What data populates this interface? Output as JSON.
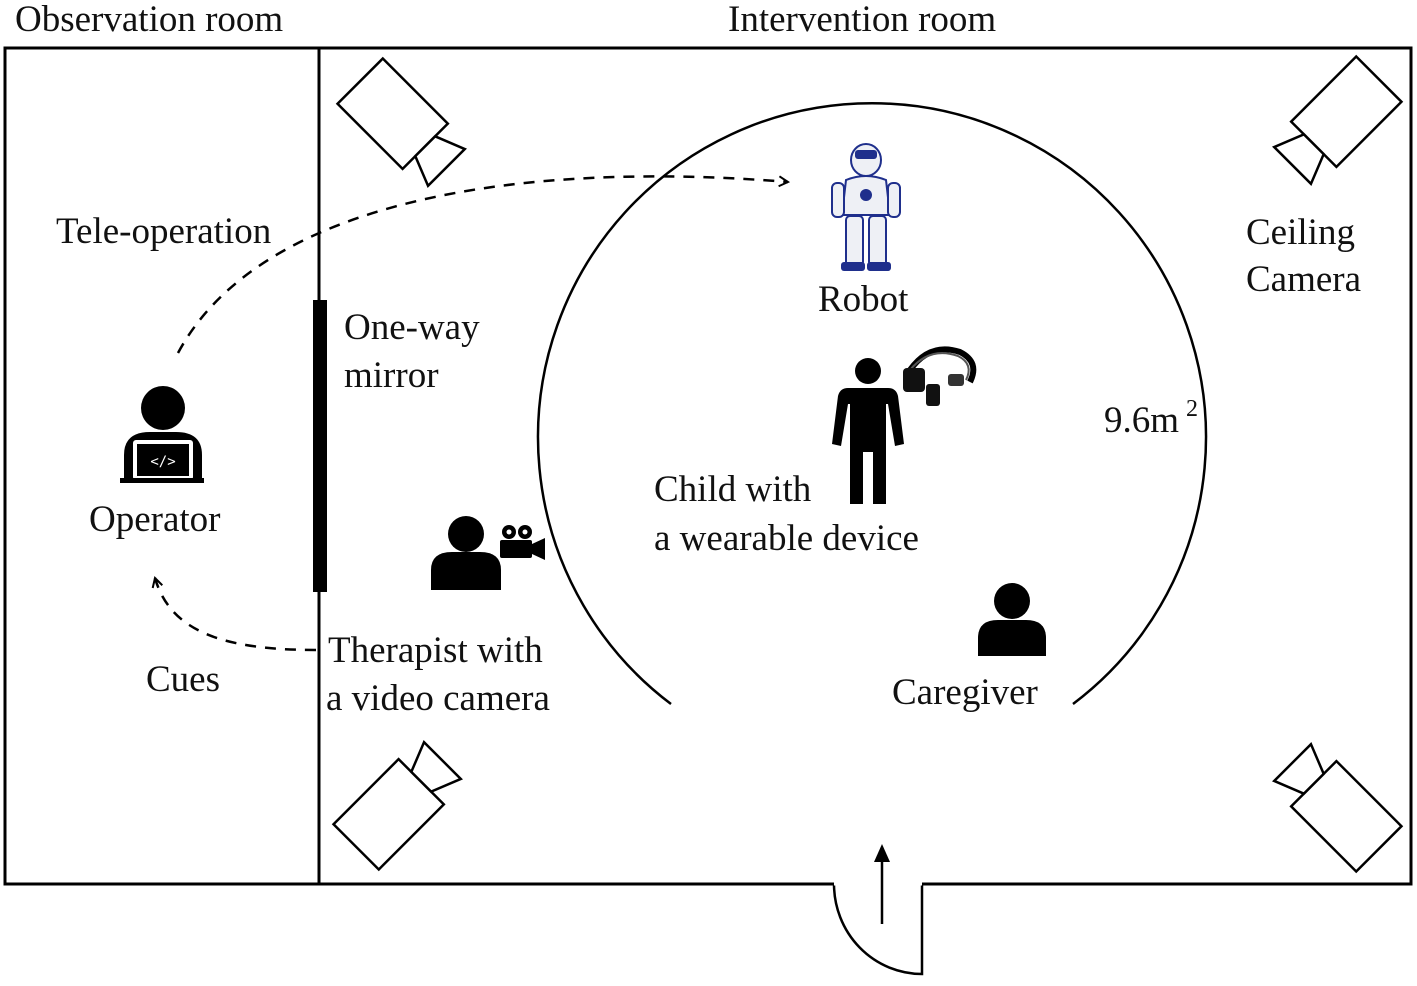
{
  "rooms": {
    "observation": "Observation room",
    "intervention": "Intervention room"
  },
  "labels": {
    "tele_operation": "Tele-operation",
    "operator": "Operator",
    "cues": "Cues",
    "mirror_line1": "One-way",
    "mirror_line2": "mirror",
    "therapist_line1": "Therapist with",
    "therapist_line2": "a video camera",
    "robot": "Robot",
    "child_line1": "Child with",
    "child_line2": "a wearable device",
    "caregiver": "Caregiver",
    "ceiling_line1": "Ceiling",
    "ceiling_line2": "Camera",
    "area_value": "9.6m",
    "area_superscript": "2"
  },
  "icons": {
    "operator": "person-with-laptop-icon",
    "therapist": "person-icon",
    "therapist_camera": "movie-camera-icon",
    "child": "standing-person-icon",
    "wearable": "eeg-headband-icon",
    "caregiver": "person-icon",
    "robot": "humanoid-robot-icon",
    "ceiling_cameras": "camera-outline-icon",
    "door": "door-swing-icon"
  },
  "colors": {
    "line": "#000000",
    "robot_accent": "#1f2f8c",
    "background": "#ffffff"
  }
}
